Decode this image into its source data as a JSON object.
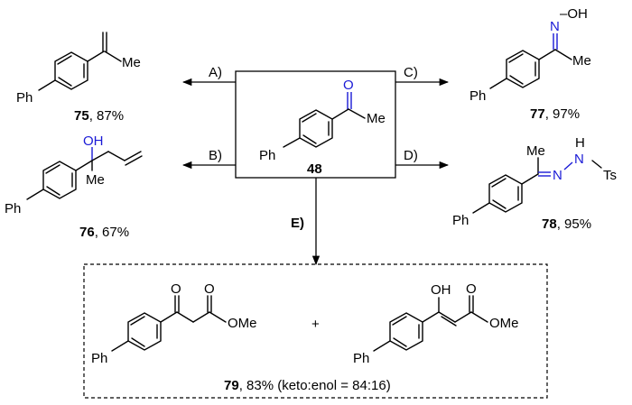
{
  "center": {
    "compound": "48",
    "atoms": {
      "o": "O",
      "me": "Me",
      "ph": "Ph"
    }
  },
  "routes": {
    "a": "A)",
    "b": "B)",
    "c": "C)",
    "d": "D)",
    "e": "E)"
  },
  "products": {
    "p75": {
      "num": "75",
      "yield": ", 87%",
      "atoms": {
        "me": "Me",
        "ph": "Ph"
      }
    },
    "p76": {
      "num": "76",
      "yield": ", 67%",
      "atoms": {
        "oh": "OH",
        "me": "Me",
        "ph": "Ph"
      }
    },
    "p77": {
      "num": "77",
      "yield": ", 97%",
      "atoms": {
        "n": "N",
        "oh": "–OH",
        "me": "Me",
        "ph": "Ph"
      }
    },
    "p78": {
      "num": "78",
      "yield": ", 95%",
      "atoms": {
        "me": "Me",
        "n1": "N",
        "nh": "N",
        "h": "H",
        "ts": "Ts",
        "ph": "Ph"
      }
    },
    "p79": {
      "num": "79",
      "yield": ", 83% (keto:enol = 84:16)",
      "plus": "+",
      "keto": {
        "o1": "O",
        "o2": "O",
        "ome": "OMe",
        "ph": "Ph"
      },
      "enol": {
        "oh": "OH",
        "o2": "O",
        "ome": "OMe",
        "ph": "Ph"
      }
    }
  }
}
